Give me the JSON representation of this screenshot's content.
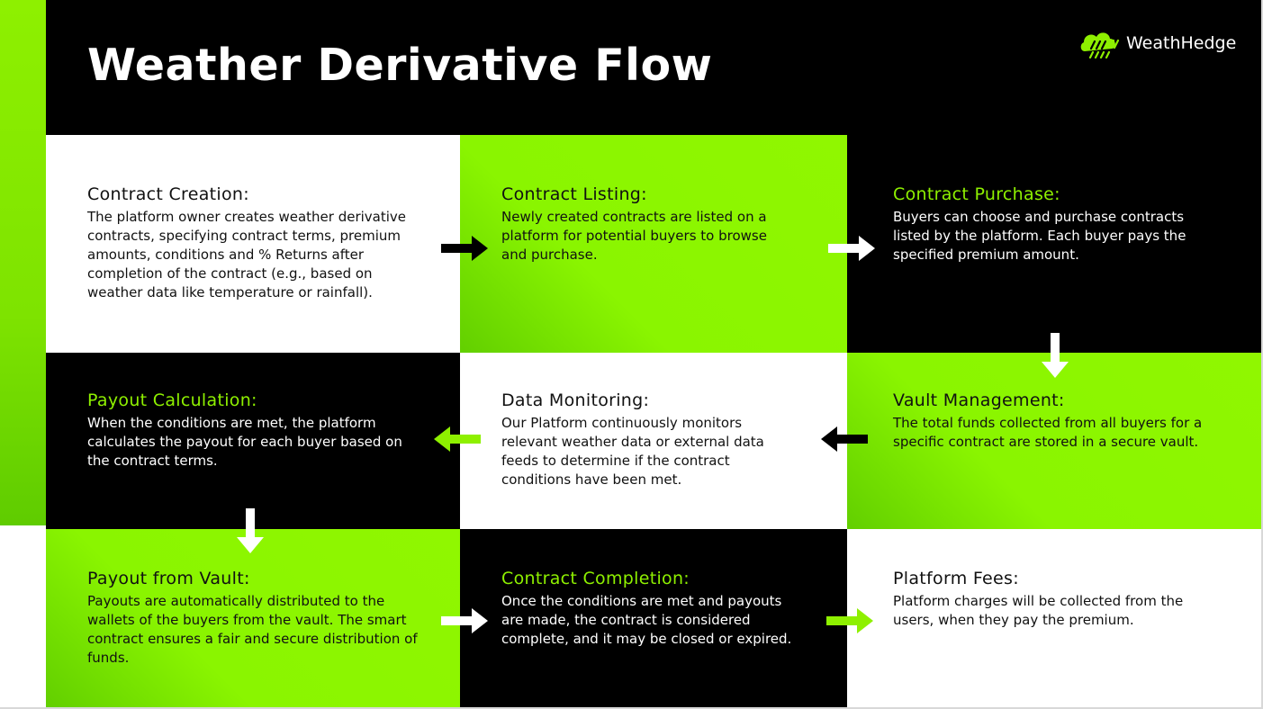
{
  "title": "Weather Derivative Flow",
  "logo": {
    "text": "WeathHedge",
    "icon": "cloud-rain-icon"
  },
  "colors": {
    "accent": "#8ef000",
    "dark": "#000000",
    "light": "#ffffff"
  },
  "steps": [
    {
      "heading": "Contract Creation:",
      "body": "The platform owner creates weather derivative contracts, specifying contract terms, premium amounts, conditions and % Returns after completion of the contract (e.g., based on weather data like temperature or rainfall)."
    },
    {
      "heading": "Contract Listing:",
      "body": "Newly created contracts are listed on a platform for potential buyers to browse and purchase."
    },
    {
      "heading": "Contract Purchase:",
      "body": "Buyers can choose and purchase contracts listed by the platform. Each buyer pays the specified premium amount."
    },
    {
      "heading": "Payout Calculation:",
      "body": "When the conditions are met, the platform calculates the payout for each buyer based on the contract terms."
    },
    {
      "heading": "Data Monitoring:",
      "body": "Our Platform continuously monitors relevant weather data or external data feeds to determine if the contract conditions have been met."
    },
    {
      "heading": "Vault Management:",
      "body": "The total funds collected from all buyers for a specific contract are stored in a secure vault."
    },
    {
      "heading": "Payout from Vault:",
      "body": "Payouts are automatically distributed to the wallets of the buyers from the vault. The smart contract ensures a fair and secure distribution of funds."
    },
    {
      "heading": "Contract Completion:",
      "body": "Once the conditions are met and payouts are made, the contract is considered complete, and it may be closed or expired."
    },
    {
      "heading": "Platform Fees:",
      "body": "Platform charges will be collected from the users, when they pay the premium."
    }
  ]
}
